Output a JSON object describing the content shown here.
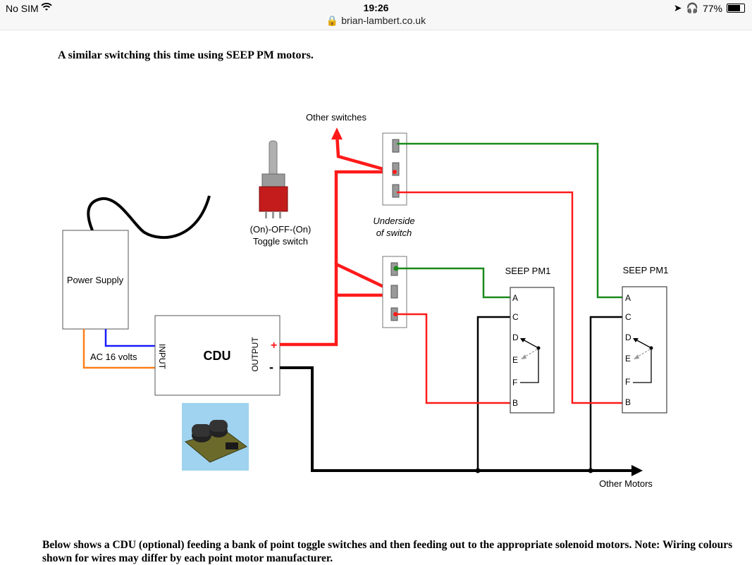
{
  "status_bar": {
    "carrier": "No SIM",
    "time": "19:26",
    "url": "brian-lambert.co.uk",
    "battery_percent": "77%",
    "battery_level": 0.77
  },
  "page": {
    "heading": "A similar switching this time using SEEP PM motors.",
    "footer": "Below shows a CDU (optional) feeding a bank of point toggle switches and then feeding out to the appropriate solenoid motors.  Note: Wiring colours shown for wires may differ by each point motor manufacturer."
  },
  "diagram": {
    "other_switches": "Other switches",
    "toggle_label_1": "(On)-OFF-(On)",
    "toggle_label_2": "Toggle switch",
    "underside_1": "Underside",
    "underside_2": "of switch",
    "power_supply": "Power Supply",
    "ac_label": "AC 16 volts",
    "cdu": "CDU",
    "input": "INPUT",
    "output": "OUTPUT",
    "plus": "+",
    "minus": "-",
    "seep1": "SEEP PM1",
    "seep2": "SEEP PM1",
    "other_motors": "Other Motors",
    "terminal_a": "A",
    "terminal_c": "C",
    "terminal_d": "D",
    "terminal_e": "E",
    "terminal_f": "F",
    "terminal_b": "B",
    "colors": {
      "red": "#ff1a1a",
      "green": "#1a8a1a",
      "blue": "#1a1aff",
      "orange": "#ff7f1a",
      "black": "#000000"
    }
  }
}
